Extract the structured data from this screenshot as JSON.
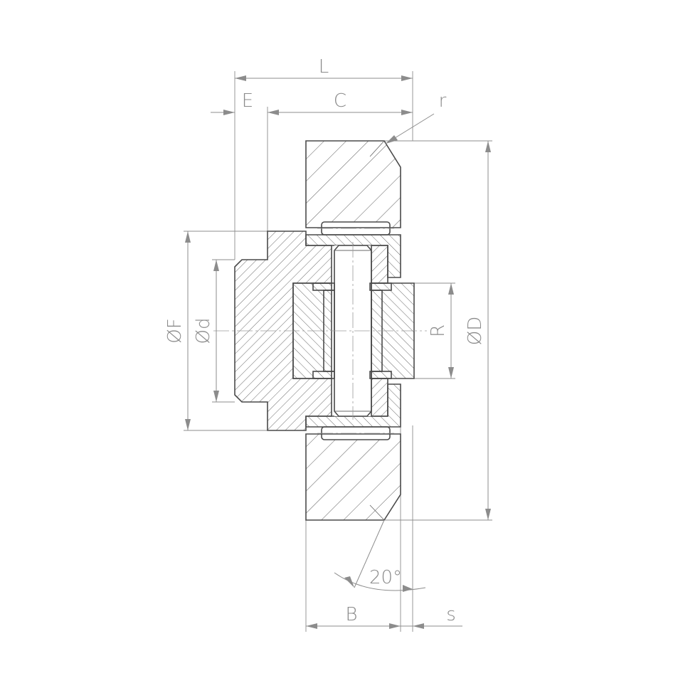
{
  "labels": {
    "L": "L",
    "E": "E",
    "C": "C",
    "r": "r",
    "F": "ØF",
    "d": "Ød",
    "R": "R",
    "D": "ØD",
    "angle": "20°",
    "B": "B",
    "s": "s"
  }
}
